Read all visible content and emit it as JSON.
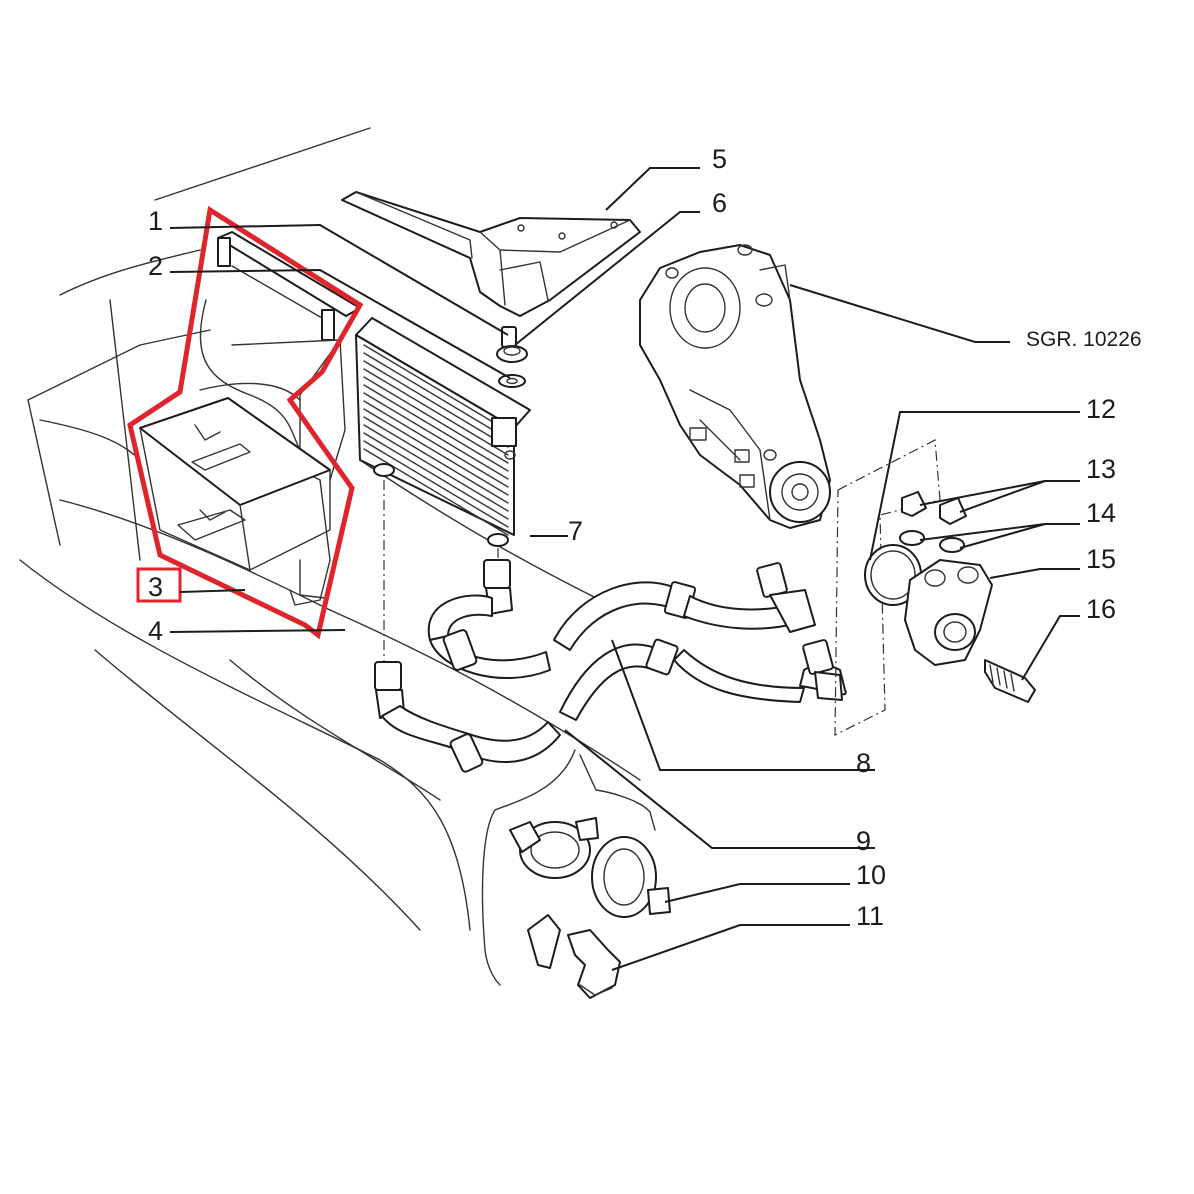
{
  "reference": "SGR. 10226",
  "callouts": [
    "1",
    "2",
    "3",
    "4",
    "5",
    "6",
    "7",
    "8",
    "9",
    "10",
    "11",
    "12",
    "13",
    "14",
    "15",
    "16"
  ],
  "highlighted_callout": "3",
  "colors": {
    "line": "#1c1c1c",
    "highlight": "#e0242c",
    "background": "#ffffff"
  }
}
